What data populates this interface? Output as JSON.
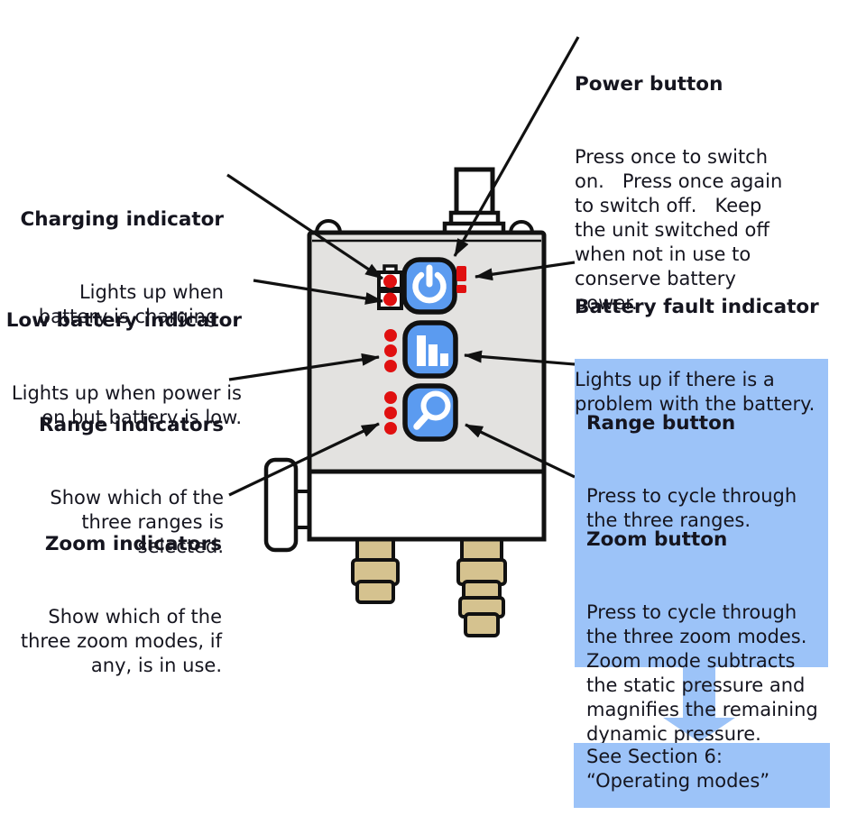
{
  "figure": {
    "type": "annotated device diagram",
    "subject": "handheld pressure meter front panel"
  },
  "colors": {
    "text": "#15151f",
    "callout_box_blue": "#9cc3f8",
    "button_blue": "#5b9bf0",
    "indicator_red": "#e01010",
    "device_gray": "#e3e2e0",
    "hose_tan": "#d5c28f",
    "outline_black": "#111111"
  },
  "callouts": {
    "charging": {
      "title": "Charging indicator",
      "body": "Lights up when\nbattery is charging."
    },
    "low_battery": {
      "title": "Low battery indicator",
      "body": "Lights up when power is\non but battery is low."
    },
    "range_indicators": {
      "title": "Range indicators",
      "body": "Show which of the\nthree ranges is\nselected."
    },
    "zoom_indicators": {
      "title": "Zoom indicators",
      "body": "Show which of the\nthree zoom modes, if\nany, is in use."
    },
    "power_button": {
      "title": "Power button",
      "body": "Press once to switch\non.   Press once again\nto switch off.   Keep\nthe unit switched off\nwhen not in use to\nconserve battery\npower."
    },
    "battery_fault": {
      "title": "Battery fault indicator",
      "body": "Lights up if there is a\nproblem with the battery."
    },
    "range_button": {
      "title": "Range button",
      "body": "Press to cycle through\nthe three ranges."
    },
    "zoom_button": {
      "title": "Zoom button",
      "body": "Press to cycle through\nthe three zoom modes.\nZoom mode subtracts\nthe static pressure and\nmagnifies the remaining\ndynamic pressure."
    },
    "section_reference": {
      "text": "See Section 6:\n“Operating modes”"
    }
  },
  "device": {
    "buttons": [
      {
        "name": "power-button",
        "icon": "power-icon"
      },
      {
        "name": "range-button",
        "icon": "bar-chart-icon"
      },
      {
        "name": "zoom-button",
        "icon": "magnifier-icon"
      }
    ],
    "indicators": [
      {
        "name": "charging-led",
        "color": "#e01010"
      },
      {
        "name": "low-battery-led",
        "color": "#e01010"
      },
      {
        "name": "battery-fault-led",
        "icon": "exclamation-icon",
        "color": "#e01010"
      },
      {
        "name": "range-leds",
        "count": 3,
        "color": "#e01010"
      },
      {
        "name": "zoom-leds",
        "count": 3,
        "color": "#e01010"
      }
    ]
  }
}
